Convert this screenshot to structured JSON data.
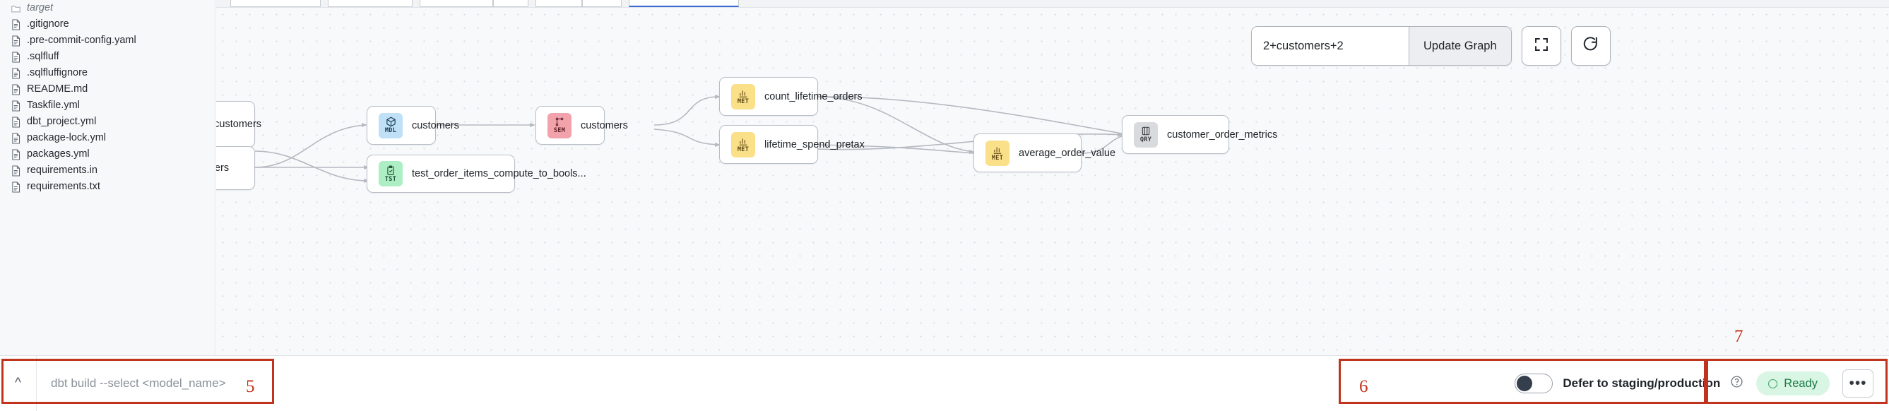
{
  "explorer": {
    "files": [
      {
        "name": "target",
        "icon": "folder-icon",
        "type": "folder"
      },
      {
        "name": ".gitignore",
        "icon": "file-icon",
        "type": "file"
      },
      {
        "name": ".pre-commit-config.yaml",
        "icon": "file-icon",
        "type": "file"
      },
      {
        "name": ".sqlfluff",
        "icon": "file-icon",
        "type": "file"
      },
      {
        "name": ".sqlfluffignore",
        "icon": "file-icon",
        "type": "file"
      },
      {
        "name": "README.md",
        "icon": "file-icon",
        "type": "file"
      },
      {
        "name": "Taskfile.yml",
        "icon": "file-icon",
        "type": "file"
      },
      {
        "name": "dbt_project.yml",
        "icon": "file-icon",
        "type": "file"
      },
      {
        "name": "package-lock.yml",
        "icon": "file-icon",
        "type": "file"
      },
      {
        "name": "packages.yml",
        "icon": "file-icon",
        "type": "file"
      },
      {
        "name": "requirements.in",
        "icon": "file-icon",
        "type": "file"
      },
      {
        "name": "requirements.txt",
        "icon": "file-icon",
        "type": "file"
      }
    ]
  },
  "graph_toolbar": {
    "selector_value": "2+customers+2",
    "update_label": "Update Graph",
    "fullscreen_icon": "fullscreen-icon",
    "refresh_icon": "refresh-icon"
  },
  "dag": {
    "nodes": [
      {
        "id": "stg_customers",
        "label": "tg_customers",
        "kind": "",
        "clipped": true
      },
      {
        "id": "stg_orders",
        "label": "orders",
        "kind": "",
        "clipped": true
      },
      {
        "id": "customers_mdl",
        "label": "customers",
        "kind": "MDL"
      },
      {
        "id": "test_order_items",
        "label": "test_order_items_compute_to_bools...",
        "kind": "TST"
      },
      {
        "id": "customers_sem",
        "label": "customers",
        "kind": "SEM"
      },
      {
        "id": "count_lifetime_orders",
        "label": "count_lifetime_orders",
        "kind": "MET"
      },
      {
        "id": "lifetime_spend_pretax",
        "label": "lifetime_spend_pretax",
        "kind": "MET"
      },
      {
        "id": "average_order_value",
        "label": "average_order_value",
        "kind": "MET"
      },
      {
        "id": "customer_order_metrics",
        "label": "customer_order_metrics",
        "kind": "QRY"
      }
    ],
    "badge_colors": {
      "MDL": "#bfe0f7",
      "SEM": "#f2a2aa",
      "TST": "#aeeec4",
      "MET": "#fbe08a",
      "QRY": "#d8dade"
    }
  },
  "statusbar": {
    "chevron_icon": "chevron-up-icon",
    "command_placeholder": "dbt build --select <model_name>",
    "defer_toggle": {
      "label": "Defer to staging/production",
      "state": "off",
      "help_icon": "help-circle-icon"
    },
    "status_badge": {
      "label": "Ready",
      "color": "#1b7a46",
      "background": "#d9f5e3"
    },
    "overflow_label": "•••"
  },
  "annotations": {
    "items": [
      {
        "number": "5"
      },
      {
        "number": "6"
      },
      {
        "number": "7"
      }
    ],
    "color": "#c0341d"
  }
}
